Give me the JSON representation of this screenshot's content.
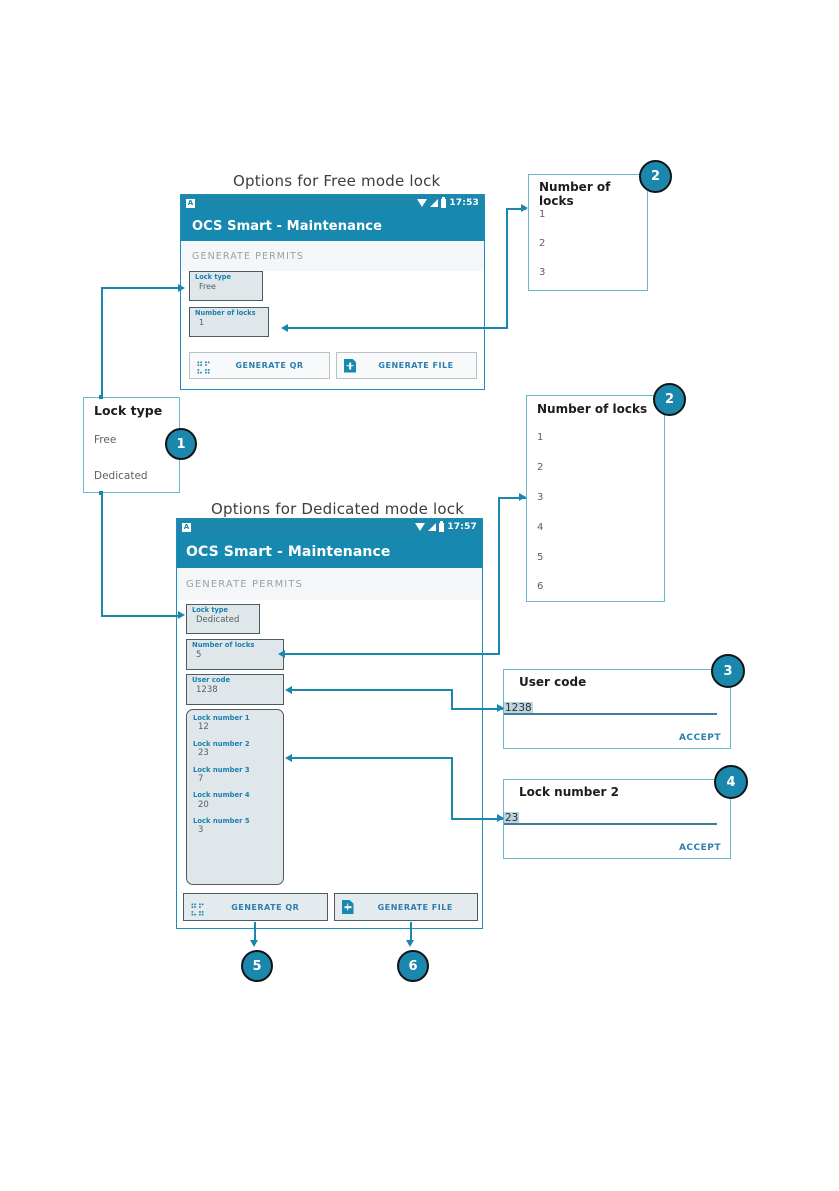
{
  "captions": {
    "free_mode": "Options for Free mode lock",
    "dedicated_mode": "Options for Dedicated mode lock"
  },
  "phone_free": {
    "statusbar": {
      "time": "17:53",
      "app_icon": "A",
      "wifi_icon": "wifi-icon",
      "signal_icon": "signal-icon",
      "battery_icon": "battery-icon"
    },
    "appbar": {
      "title": "OCS Smart - Maintenance"
    },
    "section_header": "GENERATE PERMITS",
    "fields": [
      {
        "label": "Lock type",
        "value": "Free"
      },
      {
        "label": "Number of locks",
        "value": "1"
      }
    ],
    "buttons": [
      {
        "label": "GENERATE QR",
        "icon": "qr-code-icon"
      },
      {
        "label": "GENERATE FILE",
        "icon": "file-add-icon"
      }
    ]
  },
  "phone_dedicated": {
    "statusbar": {
      "time": "17:57",
      "app_icon": "A",
      "wifi_icon": "wifi-icon",
      "signal_icon": "signal-icon",
      "battery_icon": "battery-icon"
    },
    "appbar": {
      "title": "OCS Smart - Maintenance"
    },
    "section_header": "GENERATE PERMITS",
    "fields": [
      {
        "label": "Lock type",
        "value": "Dedicated"
      },
      {
        "label": "Number of locks",
        "value": "5"
      },
      {
        "label": "User code",
        "value": "1238"
      }
    ],
    "lock_list": [
      {
        "label": "Lock number 1",
        "value": "12"
      },
      {
        "label": "Lock number 2",
        "value": "23"
      },
      {
        "label": "Lock number 3",
        "value": "7"
      },
      {
        "label": "Lock number 4",
        "value": "20"
      },
      {
        "label": "Lock number 5",
        "value": "3"
      }
    ],
    "buttons": [
      {
        "label": "GENERATE QR",
        "icon": "qr-code-icon"
      },
      {
        "label": "GENERATE FILE",
        "icon": "file-add-icon"
      }
    ]
  },
  "dialog_lock_type": {
    "title": "Lock type",
    "options": [
      "Free",
      "Dedicated"
    ],
    "badge": "1"
  },
  "dialog_num_locks_free": {
    "title": "Number of locks",
    "options": [
      "1",
      "2",
      "3"
    ],
    "badge": "2"
  },
  "dialog_num_locks_dedicated": {
    "title": "Number of locks",
    "options": [
      "1",
      "2",
      "3",
      "4",
      "5",
      "6"
    ],
    "badge": "2"
  },
  "dialog_user_code": {
    "title": "User code",
    "input_value": "1238",
    "accept_label": "ACCEPT",
    "badge": "3"
  },
  "dialog_lock_number_2": {
    "title": "Lock number 2",
    "input_value": "23",
    "accept_label": "ACCEPT",
    "badge": "4"
  },
  "badges": {
    "generate_qr": "5",
    "generate_file": "6"
  },
  "colors": {
    "accent": "#1b87ad",
    "appbar": "#1789b0",
    "field_fill": "#dfe7ea",
    "field_label": "#1b7fae",
    "dialog_border": "#69b6cf",
    "badge_ring": "#111417",
    "input_highlight": "#bcd4dd"
  }
}
